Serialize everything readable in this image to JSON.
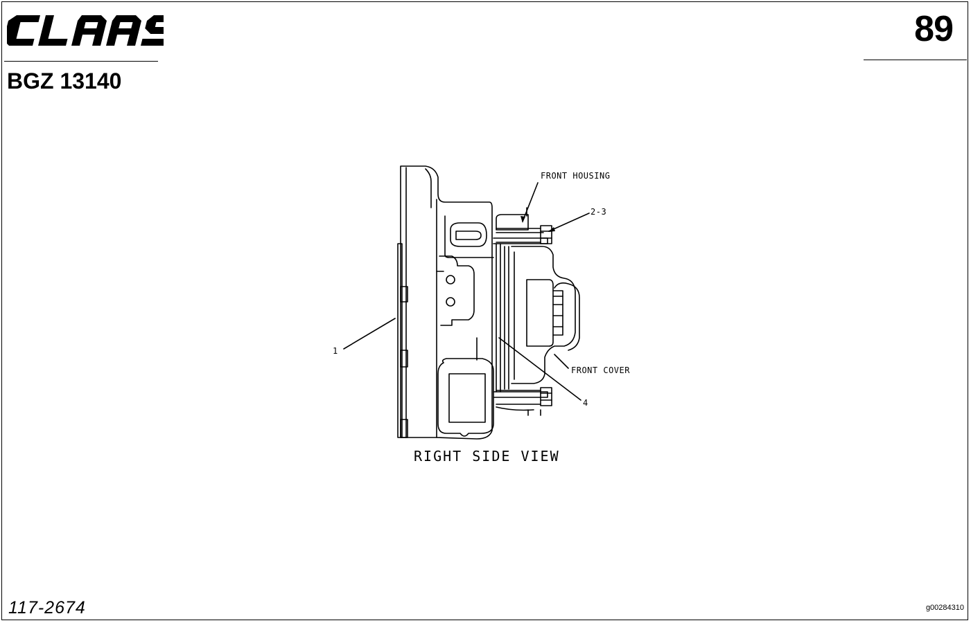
{
  "header": {
    "brand": "CLAAS",
    "page_number": "89",
    "code": "BGZ 13140"
  },
  "footer": {
    "part_number": "117-2674",
    "image_id": "g00284310"
  },
  "drawing": {
    "labels": {
      "front_housing": "FRONT HOUSING",
      "callout_2_3": "2-3",
      "callout_1": "1",
      "front_cover": "FRONT COVER",
      "callout_4": "4",
      "view_caption": "RIGHT SIDE VIEW"
    }
  }
}
